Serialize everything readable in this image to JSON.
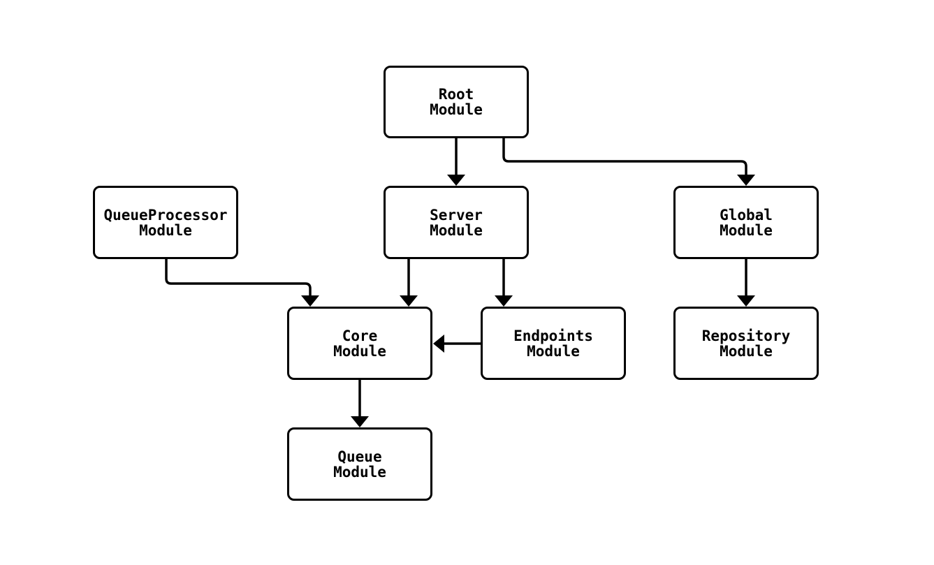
{
  "diagram": {
    "type": "flowchart",
    "direction": "top-down",
    "colors": {
      "background": "#ffffff",
      "node_fill": "#ffffff",
      "node_border": "#000000",
      "edge": "#000000",
      "text": "#000000"
    },
    "nodes": {
      "root": {
        "label": "Root\nModule"
      },
      "queueprocessor": {
        "label": "QueueProcessor\nModule"
      },
      "server": {
        "label": "Server\nModule"
      },
      "global": {
        "label": "Global\nModule"
      },
      "core": {
        "label": "Core\nModule"
      },
      "endpoints": {
        "label": "Endpoints\nModule"
      },
      "repository": {
        "label": "Repository\nModule"
      },
      "queue": {
        "label": "Queue\nModule"
      }
    },
    "edges": [
      {
        "from": "Root Module",
        "to": "Server Module"
      },
      {
        "from": "Root Module",
        "to": "Global Module"
      },
      {
        "from": "QueueProcessor Module",
        "to": "Core Module"
      },
      {
        "from": "Server Module",
        "to": "Core Module"
      },
      {
        "from": "Server Module",
        "to": "Endpoints Module"
      },
      {
        "from": "Endpoints Module",
        "to": "Core Module"
      },
      {
        "from": "Global Module",
        "to": "Repository Module"
      },
      {
        "from": "Core Module",
        "to": "Queue Module"
      }
    ]
  }
}
